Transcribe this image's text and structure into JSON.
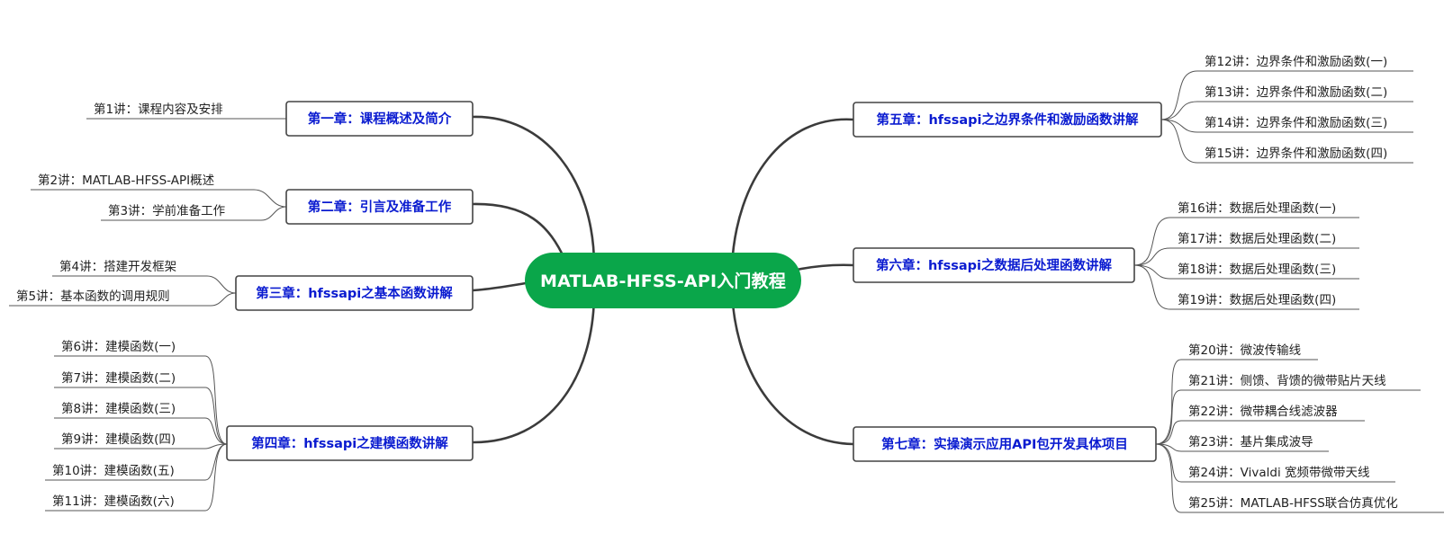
{
  "root": {
    "label": "MATLAB-HFSS-API入门教程",
    "color": "#0aa64a"
  },
  "colors": {
    "chapter_text": "#0a1bd0",
    "line": "#3b3b3b"
  },
  "chapters": [
    {
      "id": "ch1",
      "label": "第一章：课程概述及简介",
      "lessons": [
        "第1讲：课程内容及安排"
      ]
    },
    {
      "id": "ch2",
      "label": "第二章：引言及准备工作",
      "lessons": [
        "第2讲：MATLAB-HFSS-API概述",
        "第3讲：学前准备工作"
      ]
    },
    {
      "id": "ch3",
      "label": "第三章：hfssapi之基本函数讲解",
      "lessons": [
        "第4讲：搭建开发框架",
        "第5讲：基本函数的调用规则"
      ]
    },
    {
      "id": "ch4",
      "label": "第四章：hfssapi之建模函数讲解",
      "lessons": [
        "第6讲：建模函数(一)",
        "第7讲：建模函数(二)",
        "第8讲：建模函数(三)",
        "第9讲：建模函数(四)",
        "第10讲：建模函数(五)",
        "第11讲：建模函数(六)"
      ]
    },
    {
      "id": "ch5",
      "label": "第五章：hfssapi之边界条件和激励函数讲解",
      "lessons": [
        "第12讲：边界条件和激励函数(一)",
        "第13讲：边界条件和激励函数(二)",
        "第14讲：边界条件和激励函数(三)",
        "第15讲：边界条件和激励函数(四)"
      ]
    },
    {
      "id": "ch6",
      "label": "第六章：hfssapi之数据后处理函数讲解",
      "lessons": [
        "第16讲：数据后处理函数(一)",
        "第17讲：数据后处理函数(二)",
        "第18讲：数据后处理函数(三)",
        "第19讲：数据后处理函数(四)"
      ]
    },
    {
      "id": "ch7",
      "label": "第七章：实操演示应用API包开发具体项目",
      "lessons": [
        "第20讲：微波传输线",
        "第21讲：侧馈、背馈的微带贴片天线",
        "第22讲：微带耦合线滤波器",
        "第23讲：基片集成波导",
        "第24讲：Vivaldi 宽频带微带天线",
        "第25讲：MATLAB-HFSS联合仿真优化"
      ]
    }
  ]
}
